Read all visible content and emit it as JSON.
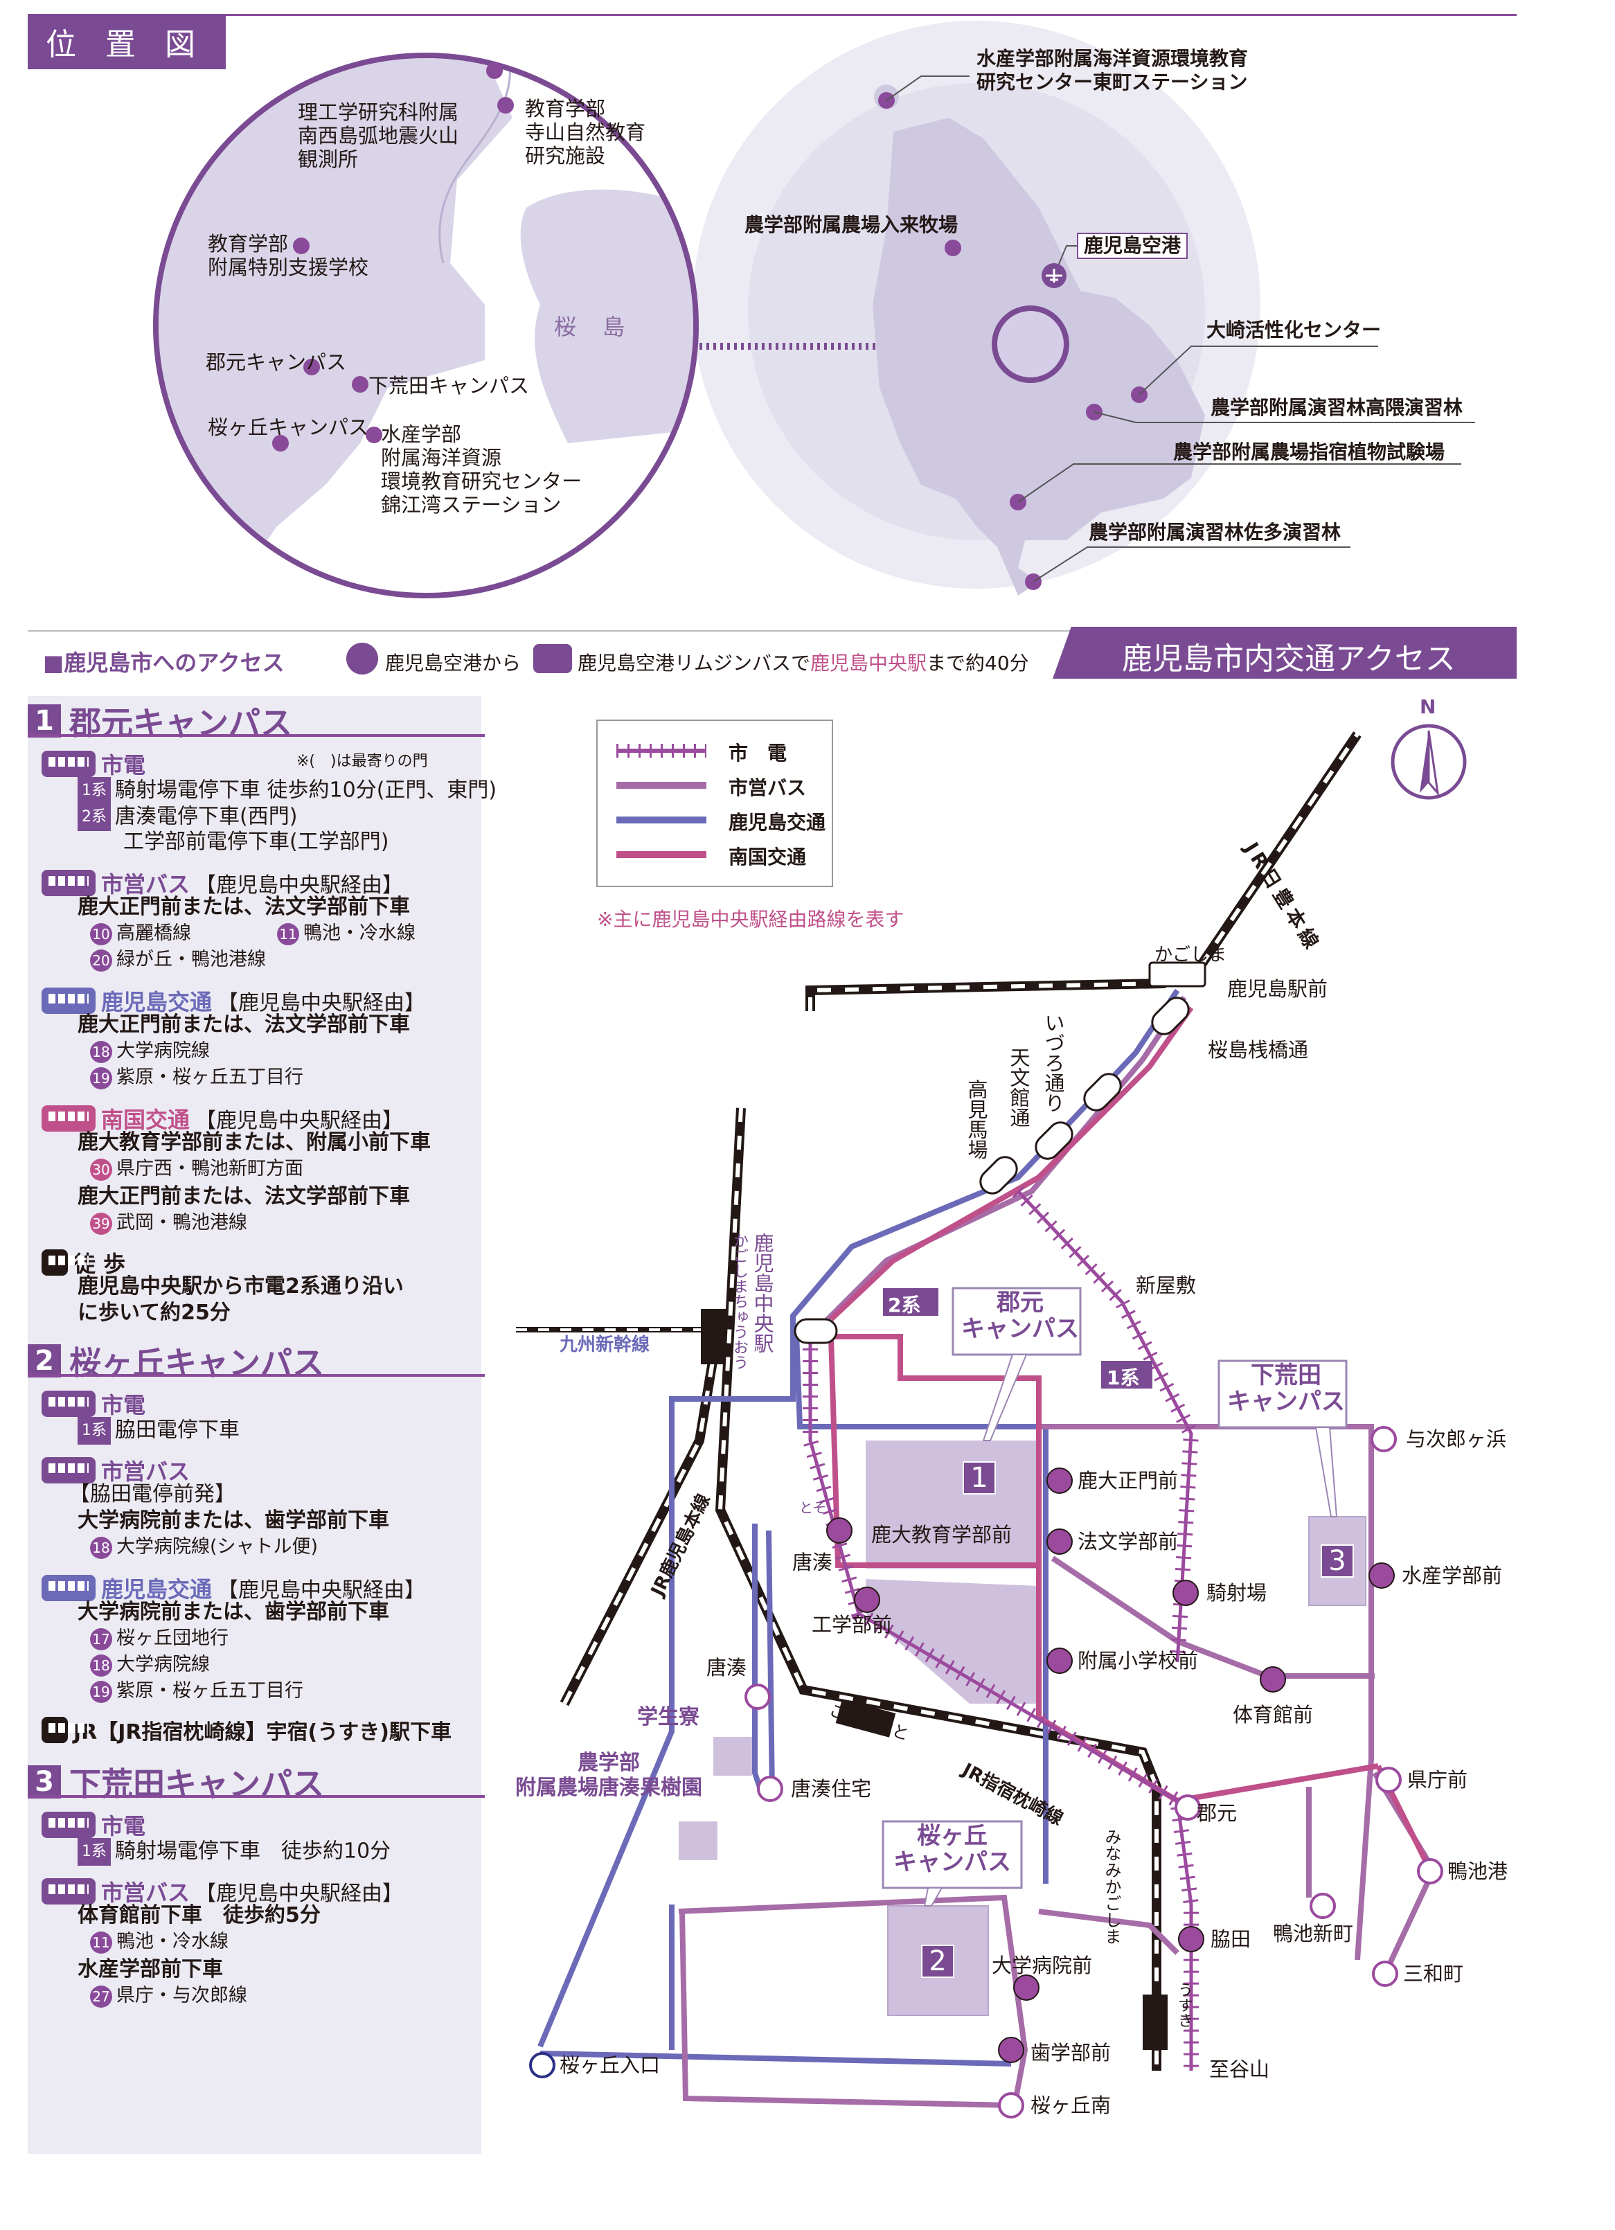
{
  "header": {
    "tag": "位 置 図"
  },
  "location_map": {
    "sakurajima": "桜 島",
    "left_labels": [
      {
        "text": "理工学研究科附属\n南西島弧地震火山\n観測所"
      },
      {
        "text": "教育学部\n寺山自然教育\n研究施設"
      },
      {
        "text": "教育学部\n附属特別支援学校"
      },
      {
        "text": "郡元キャンパス"
      },
      {
        "text": "下荒田キャンパス"
      },
      {
        "text": "桜ヶ丘キャンパス"
      },
      {
        "text": "水産学部\n附属海洋資源\n環境教育研究センター\n錦江湾ステーション"
      }
    ],
    "right_labels": [
      {
        "text": "水産学部附属海洋資源環境教育\n研究センター東町ステーション"
      },
      {
        "text": "農学部附属農場入来牧場"
      },
      {
        "text": "鹿児島空港"
      },
      {
        "text": "大崎活性化センター"
      },
      {
        "text": "農学部附属演習林高隈演習林"
      },
      {
        "text": "農学部附属農場指宿植物試験場"
      },
      {
        "text": "農学部附属演習林佐多演習林"
      }
    ]
  },
  "access_bar": {
    "prefix": "■鹿児島市へのアクセス",
    "from_airport": "鹿児島空港から",
    "limousine": "鹿児島空港リムジンバスで",
    "dest": "鹿児島中央駅",
    "suffix": "まで約40分",
    "right_title": "鹿児島市内交通アクセス"
  },
  "campus1": {
    "num": "1",
    "title": "郡元キャンパス",
    "tram": "市電",
    "note": "※(　)は最寄りの門",
    "k1": "1系",
    "k1_text": "騎射場電停下車 徒歩約10分(正門、東門)",
    "k2": "2系",
    "k2_text": "唐湊電停下車(西門)",
    "k2_text2": "工学部前電停下車(工学部門)",
    "city_bus": "市営バス",
    "city_bus_note": "【鹿児島中央駅経由】",
    "city_bus_stop": "鹿大正門前または、法文学部前下車",
    "r10": "10",
    "r10_text": "高麗橋線",
    "r11": "11",
    "r11_text": "鴨池・冷水線",
    "r20": "20",
    "r20_text": "緑が丘・鴨池港線",
    "kago": "鹿児島交通",
    "kago_note": "【鹿児島中央駅経由】",
    "kago_stop": "鹿大正門前または、法文学部前下車",
    "r18": "18",
    "r18_text": "大学病院線",
    "r19": "19",
    "r19_text": "紫原・桜ヶ丘五丁目行",
    "nan": "南国交通",
    "nan_note": "【鹿児島中央駅経由】",
    "nan_stop1": "鹿大教育学部前または、附属小前下車",
    "r30": "30",
    "r30_text": "県庁西・鴨池新町方面",
    "nan_stop2": "鹿大正門前または、法文学部前下車",
    "r39": "39",
    "r39_text": "武岡・鴨池港線",
    "walk": "徒 歩",
    "walk_text1": "鹿児島中央駅から市電2系通り沿い",
    "walk_text2": "に歩いて約25分"
  },
  "campus2": {
    "num": "2",
    "title": "桜ヶ丘キャンパス",
    "tram": "市電",
    "k1": "1系",
    "k1_text": "脇田電停下車",
    "city_bus": "市営バス",
    "city_bus_note": "【脇田電停前発】",
    "city_bus_stop": "大学病院前または、歯学部前下車",
    "r18": "18",
    "r18_text": "大学病院線(シャトル便)",
    "kago": "鹿児島交通",
    "kago_note": "【鹿児島中央駅経由】",
    "kago_stop": "大学病院前または、歯学部前下車",
    "r17": "17",
    "r17_text": "桜ヶ丘団地行",
    "r18b": "18",
    "r18b_text": "大学病院線",
    "r19": "19",
    "r19_text": "紫原・桜ヶ丘五丁目行",
    "jr": "JR【JR指宿枕崎線】宇宿(うすき)駅下車"
  },
  "campus3": {
    "num": "3",
    "title": "下荒田キャンパス",
    "tram": "市電",
    "k1": "1系",
    "k1_text": "騎射場電停下車　徒歩約10分",
    "city_bus": "市営バス",
    "city_bus_note": "【鹿児島中央駅経由】",
    "city_bus_stop": "体育館前下車　徒歩約5分",
    "r11": "11",
    "r11_text": "鴨池・冷水線",
    "stop2": "水産学部前下車",
    "r27": "27",
    "r27_text": "県庁・与次郎線"
  },
  "legend": {
    "tram": "市　電",
    "city_bus": "市営バス",
    "kago": "鹿児島交通",
    "nan": "南国交通",
    "note": "※主に鹿児島中央駅経由路線を表す",
    "colors": {
      "tram": "#9b4a9e",
      "city_bus": "#a66ca8",
      "kago": "#6b6ab8",
      "nan": "#c0508a"
    }
  },
  "north": "N",
  "route_map": {
    "jr_nippo": "JR日豊本線",
    "kagoshima_sta": "かごしま",
    "kagoshima_ekimae": "鹿児島駅前",
    "sakurajima_sanbashi": "桜島桟橋通",
    "izuro": "いづろ通り",
    "tenmonkan": "天文館通",
    "takamiba": "高見馬場",
    "chuo": "鹿児島中央駅",
    "chuo_kana": "かごしまちゅうおう",
    "shinkansen": "九州新幹線",
    "jr_kagoshima": "JR鹿児島本線",
    "shinyashiki": "新屋敷",
    "kei2": "2系",
    "kei1": "1系",
    "korimoto_label": "郡元\nキャンパス",
    "shimoarata_label": "下荒田\nキャンパス",
    "yojirogahama": "与次郎ヶ浜",
    "seimon": "鹿大正門前",
    "kyoiku": "鹿大教育学部前",
    "houbun": "法文学部前",
    "toso": "唐湊",
    "toso_kana": "とそ",
    "kogakubu": "工学部前",
    "kishaba": "騎射場",
    "suisan": "水産学部前",
    "fuzoku": "附属小学校前",
    "taiikukan": "体育館前",
    "toso2": "唐湊",
    "toso_jutaku": "唐湊住宅",
    "gakuseiryo": "学生寮",
    "korimoto_sta": "こおりもと",
    "jr_ibusuki": "JR指宿枕崎線",
    "korimoto": "郡元",
    "kenchomae": "県庁前",
    "kamoike_ko": "鴨池港",
    "kamoike_shinmachi": "鴨池新町",
    "sanwacho": "三和町",
    "noujou": "農学部\n附属農場唐湊果樹園",
    "sakuragaoka_label": "桜ヶ丘\nキャンパス",
    "minami_kagoshima": "みなみかごしま",
    "wakita": "脇田",
    "byoin": "大学病院前",
    "usuki": "うすき",
    "shigakubu": "歯学部前",
    "sakuragaoka_iriguchi": "桜ヶ丘入口",
    "sakuragaoka_minami": "桜ヶ丘南",
    "shitaniyama": "至谷山",
    "n1": "1",
    "n2": "2",
    "n3": "3"
  }
}
